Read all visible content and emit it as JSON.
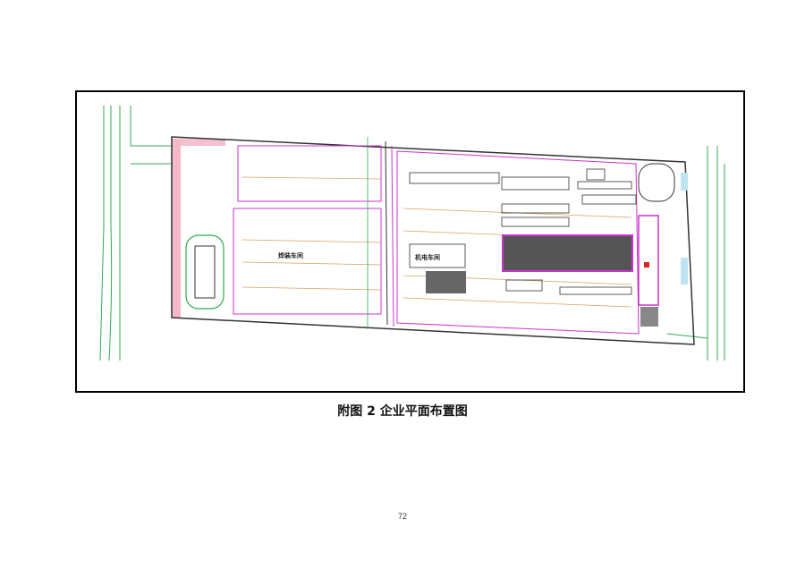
{
  "figure": {
    "caption": "附图 2  企业平面布置图",
    "drawing_labels": {
      "workshop_left": "焊装车间",
      "workshop_middle": "机电车间"
    },
    "colors": {
      "outline": "#333333",
      "magenta": "#cc33cc",
      "green": "#33aa55",
      "orange": "#d9a060",
      "pink": "#e87a9a",
      "cyan": "#55bbdd"
    }
  },
  "page": {
    "number": "72"
  }
}
